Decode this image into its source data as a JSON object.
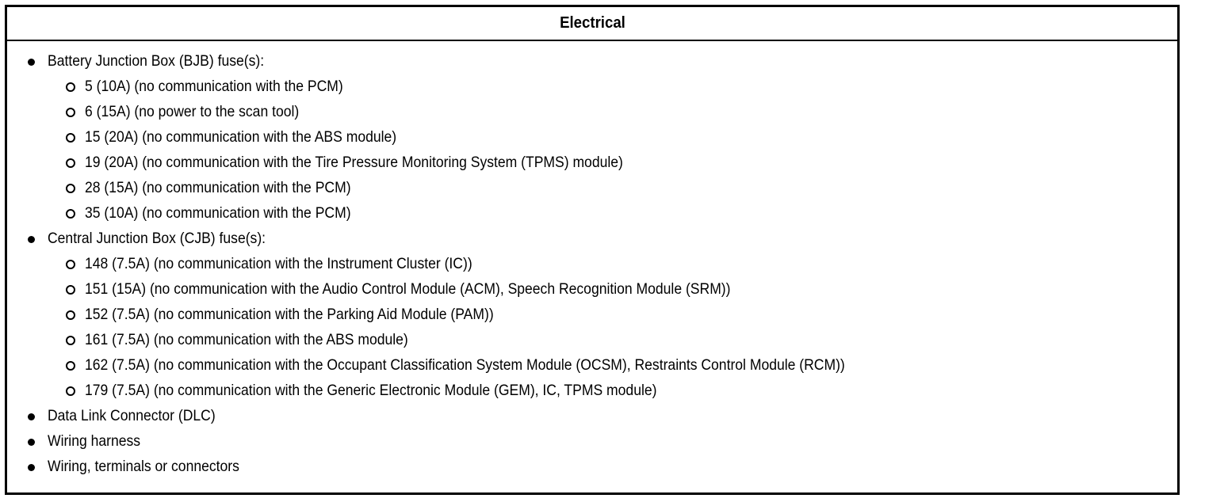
{
  "table": {
    "header": {
      "title": "Electrical"
    },
    "rows": [
      {
        "level": 1,
        "marker": "filled-bullet-icon",
        "text": "Battery Junction Box (BJB) fuse(s):"
      },
      {
        "level": 2,
        "marker": "hollow-bullet-icon",
        "text": "5 (10A) (no communication with the PCM)"
      },
      {
        "level": 2,
        "marker": "hollow-bullet-icon",
        "text": "6 (15A) (no power to the scan tool)"
      },
      {
        "level": 2,
        "marker": "hollow-bullet-icon",
        "text": "15 (20A) (no communication with the ABS module)"
      },
      {
        "level": 2,
        "marker": "hollow-bullet-icon",
        "text": "19 (20A) (no communication with the Tire Pressure Monitoring System (TPMS) module)"
      },
      {
        "level": 2,
        "marker": "hollow-bullet-icon",
        "text": "28 (15A) (no communication with the PCM)"
      },
      {
        "level": 2,
        "marker": "hollow-bullet-icon",
        "text": "35 (10A) (no communication with the PCM)"
      },
      {
        "level": 1,
        "marker": "filled-bullet-icon",
        "text": "Central Junction Box (CJB) fuse(s):"
      },
      {
        "level": 2,
        "marker": "hollow-bullet-icon",
        "text": "148 (7.5A) (no communication with the Instrument Cluster (IC))"
      },
      {
        "level": 2,
        "marker": "hollow-bullet-icon",
        "text": "151 (15A) (no communication with the Audio Control Module (ACM), Speech Recognition Module (SRM))"
      },
      {
        "level": 2,
        "marker": "hollow-bullet-icon",
        "text": "152 (7.5A) (no communication with the Parking Aid Module (PAM))"
      },
      {
        "level": 2,
        "marker": "hollow-bullet-icon",
        "text": "161 (7.5A) (no communication with the ABS module)"
      },
      {
        "level": 2,
        "marker": "hollow-bullet-icon",
        "text": "162 (7.5A) (no communication with the Occupant Classification System Module (OCSM), Restraints Control Module (RCM))"
      },
      {
        "level": 2,
        "marker": "hollow-bullet-icon",
        "text": "179 (7.5A) (no communication with the Generic Electronic Module (GEM), IC, TPMS module)"
      },
      {
        "level": 1,
        "marker": "filled-bullet-icon",
        "text": "Data Link Connector (DLC)"
      },
      {
        "level": 1,
        "marker": "filled-bullet-icon",
        "text": "Wiring harness"
      },
      {
        "level": 1,
        "marker": "filled-bullet-icon",
        "text": "Wiring, terminals or connectors"
      }
    ]
  },
  "colors": {
    "border": "#000000",
    "text": "#000000",
    "background": "#ffffff"
  }
}
